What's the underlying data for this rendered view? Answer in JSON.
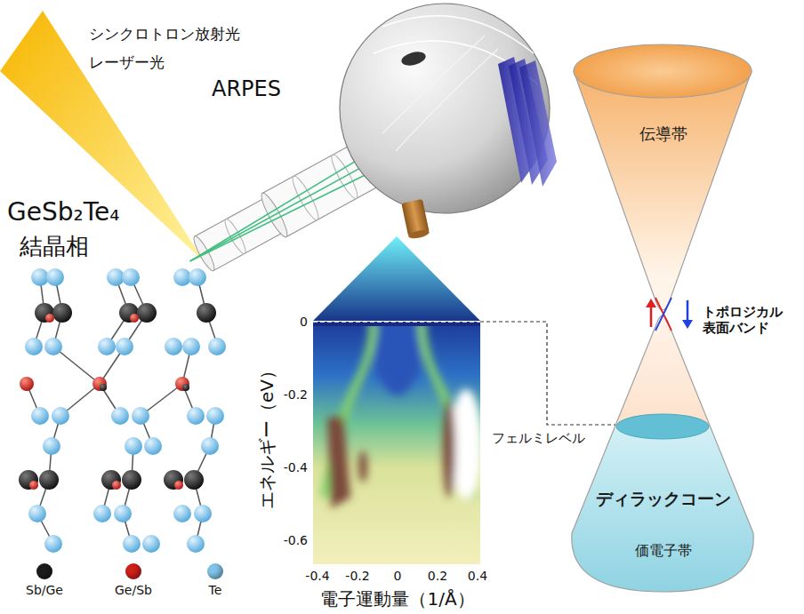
{
  "diagram": {
    "nodes": [
      {
        "text": [
          "伝導帯"
        ]
      },
      {
        "text": [
          "ディラックコーン",
          "価電子帯"
        ]
      }
    ],
    "labels": [
      "シンクロトロン放射光",
      "レーザー光",
      "ARPES",
      "GeSb₂Te₄",
      "結晶相",
      "0",
      "-0.2",
      "-0.4",
      "-0.6",
      "-0.4",
      "-0.2",
      "0",
      "0.2",
      "0.4",
      "エネルギー（eV）",
      "電子運動量（1/Å）",
      "フェルミレベル",
      "トポロジカル 表面バンド"
    ],
    "legend": [
      {
        "text": "Sb/Ge",
        "color": "#1c1c1c"
      },
      {
        "text": "Ge/Sb",
        "color": "#d0201a"
      },
      {
        "text": "Te",
        "color": "#7fc4e8"
      }
    ]
  }
}
